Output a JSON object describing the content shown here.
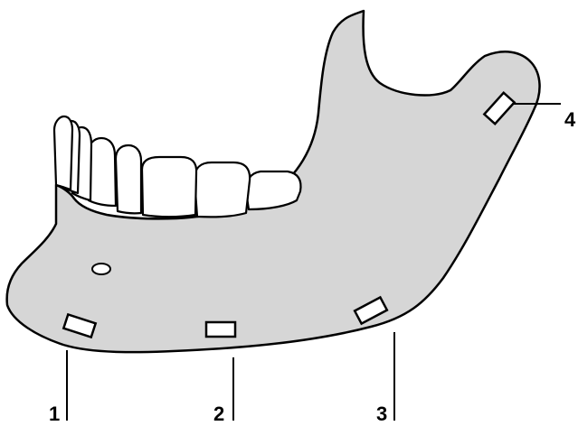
{
  "labels": {
    "site_1": "1",
    "site_2": "2",
    "site_3": "3",
    "site_4": "4"
  },
  "colors": {
    "bone": "#d6d6d6",
    "outline": "#000000",
    "teeth": "#ffffff",
    "background": "#ffffff"
  }
}
